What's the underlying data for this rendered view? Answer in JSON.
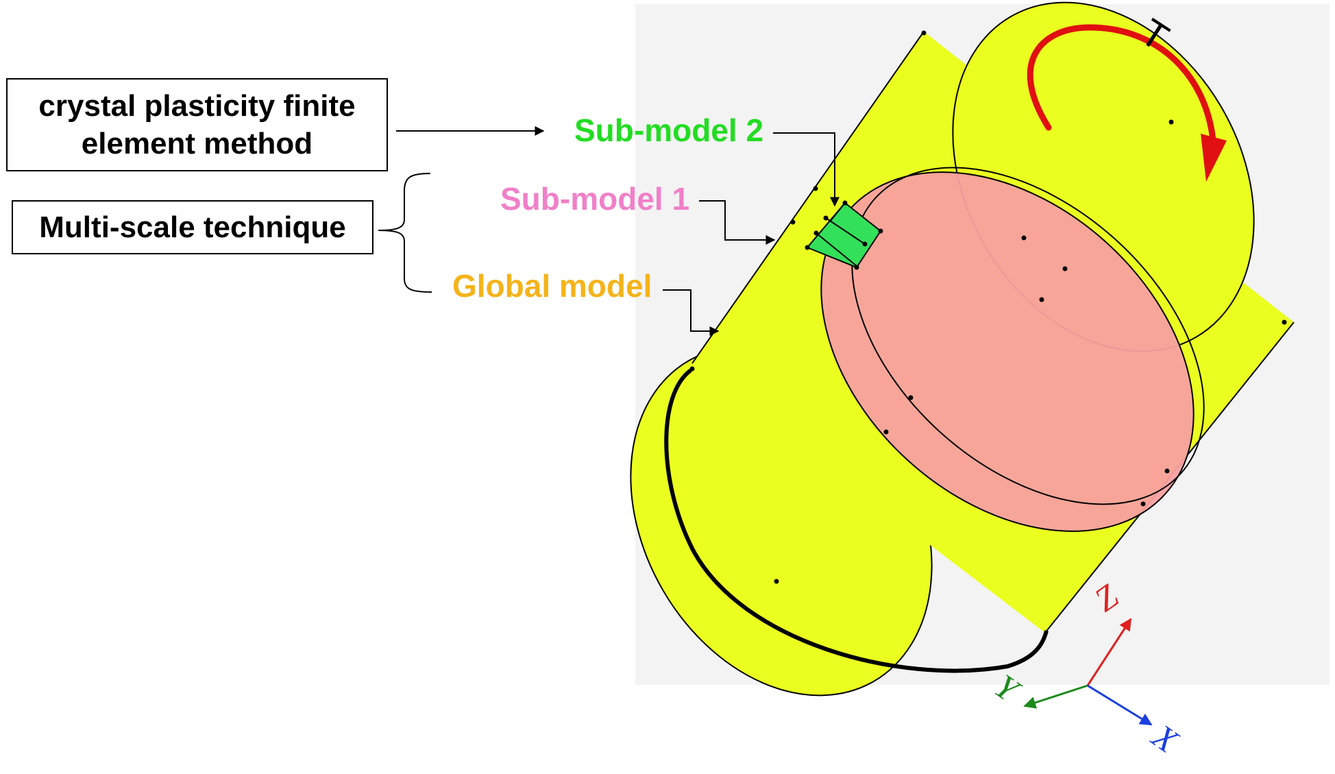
{
  "boxes": {
    "cpfem": "crystal plasticity finite element method",
    "multiscale": "Multi-scale technique"
  },
  "labels": {
    "sub_model_2": "Sub-model 2",
    "sub_model_1": "Sub-model 1",
    "global_model": "Global model",
    "torque": "T"
  },
  "axes": {
    "x": "X",
    "y": "Y",
    "z": "Z"
  },
  "colors": {
    "sub_model_2": "#22dd22",
    "sub_model_1": "#f080c8",
    "global_model": "#f5b31a",
    "cylinder_fill": "#eaff1f",
    "disk_fill": "#f8a0a0",
    "cube_fill": "#33e05a",
    "torque_arrow": "#e01010",
    "axis_x": "#1a3fe0",
    "axis_y": "#1a8a1a",
    "axis_z": "#e02020",
    "viewport_bg": "#f3f3f3"
  }
}
